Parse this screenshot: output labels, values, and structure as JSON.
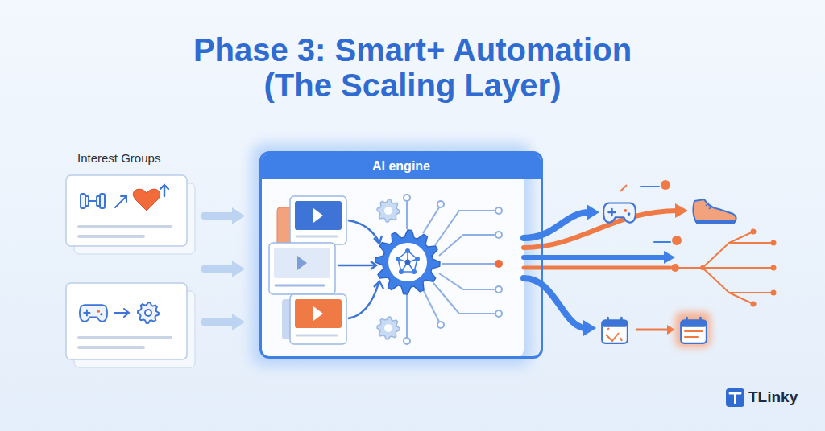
{
  "diagram": {
    "title": "Phase 3: Smart+ Automation (The Scaling Layer)",
    "nodes": [
      {
        "text": [
          "AI engine"
        ]
      }
    ],
    "labels": [
      "Interest Groups",
      "TLinky"
    ]
  }
}
